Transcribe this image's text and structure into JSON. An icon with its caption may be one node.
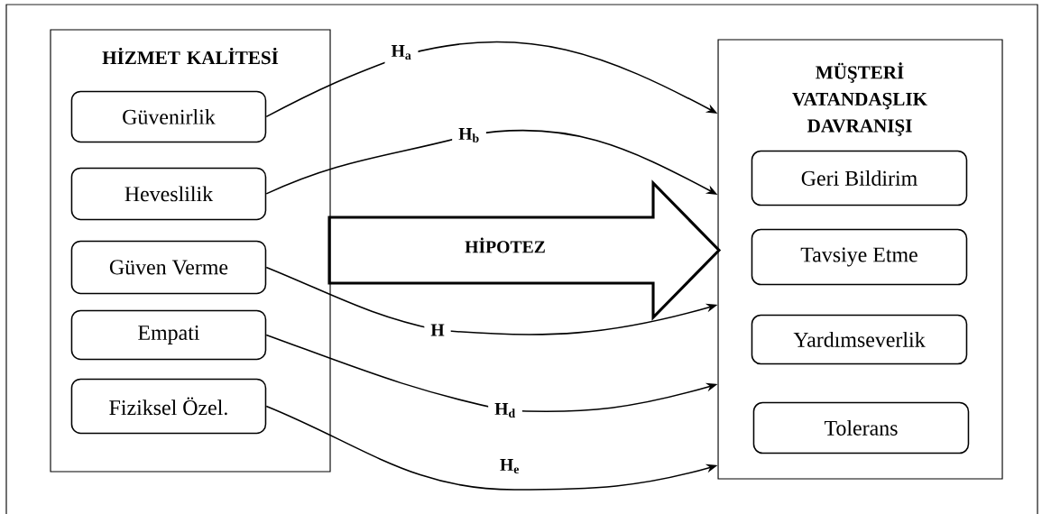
{
  "diagram": {
    "nodes": [
      {
        "text": [
          "HİZMET KALİTESİ"
        ]
      },
      {
        "text": [
          "Güvenirlik"
        ],
        "in": 0
      },
      {
        "text": [
          "Heveslilik"
        ],
        "in": 0
      },
      {
        "text": [
          "Güven Verme"
        ],
        "in": 0
      },
      {
        "text": [
          "Empati"
        ],
        "in": 0
      },
      {
        "text": [
          "Fiziksel Özel."
        ],
        "in": 0
      },
      {
        "text": [
          "MÜŞTERİ VATANDAŞLIK DAVRANIŞI"
        ]
      },
      {
        "text": [
          "Geri Bildirim"
        ],
        "in": 6
      },
      {
        "text": [
          "Tavsiye Etme"
        ],
        "in": 6
      },
      {
        "text": [
          "Yardımseverlik"
        ],
        "in": 6
      },
      {
        "text": [
          "Tolerans"
        ],
        "in": 6
      },
      {
        "text": [
          "HİPOTEZ"
        ]
      }
    ],
    "edges": [
      {
        "from": 1,
        "to": 6,
        "arrow": "to",
        "label": "H$_{a}$"
      },
      {
        "from": 2,
        "to": 6,
        "arrow": "to",
        "label": "H$_{b}$"
      },
      {
        "from": 3,
        "to": 6,
        "arrow": "to",
        "label": "H"
      },
      {
        "from": 4,
        "to": 6,
        "arrow": "to",
        "label": "H$_{d}$"
      },
      {
        "from": 5,
        "to": 6,
        "arrow": "to",
        "label": "H$_{e}$"
      }
    ]
  }
}
